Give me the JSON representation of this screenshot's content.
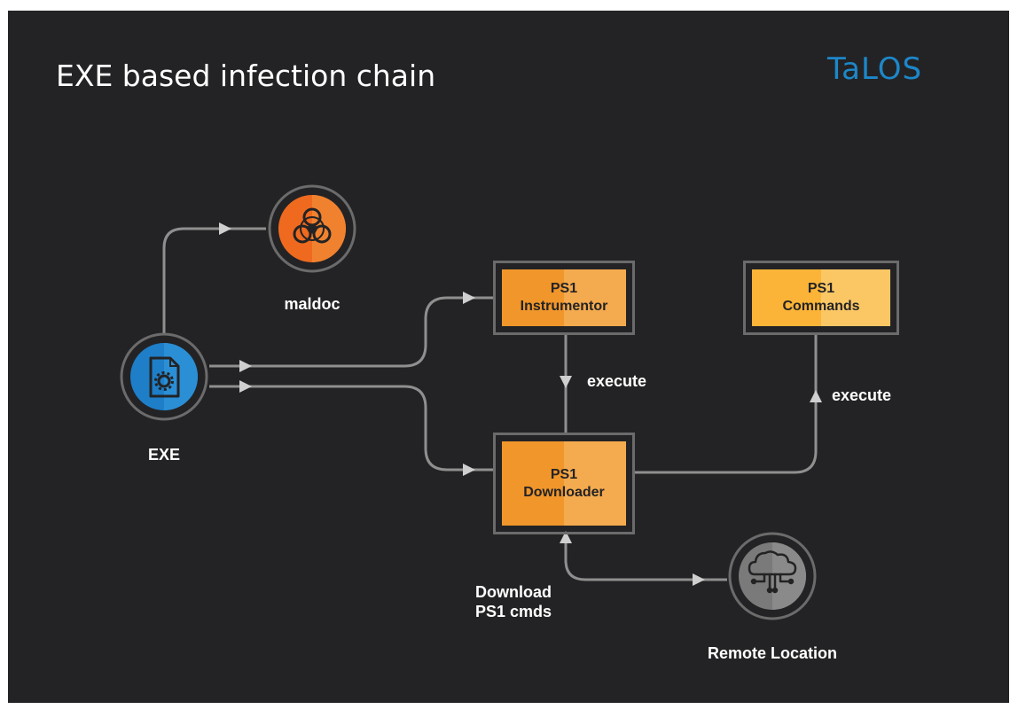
{
  "title": "EXE based infection chain",
  "logo": "TaLOS",
  "colors": {
    "background": "#232325",
    "line": "#8f8f8f",
    "ring": "#6b6b6b",
    "exe_blue": "#1e7ec8",
    "maldoc_orange": "#ef6a1f",
    "ps1_orange": "#f0962b",
    "ps1_yellow": "#fbb437",
    "cloud_gray": "#7a7a7a",
    "logo_blue": "#1d87c9"
  },
  "nodes": {
    "exe": {
      "label": "EXE",
      "icon": "executable-file-icon"
    },
    "maldoc": {
      "label": "maldoc",
      "icon": "biohazard-icon"
    },
    "instrumentor": {
      "line1": "PS1",
      "line2": "Instrumentor"
    },
    "downloader": {
      "line1": "PS1",
      "line2": "Downloader"
    },
    "commands": {
      "line1": "PS1",
      "line2": "Commands"
    },
    "remote": {
      "label": "Remote Location",
      "icon": "cloud-icon"
    }
  },
  "edge_labels": {
    "execute_1": "execute",
    "execute_2": "execute",
    "download_line1": "Download",
    "download_line2": "PS1 cmds"
  }
}
